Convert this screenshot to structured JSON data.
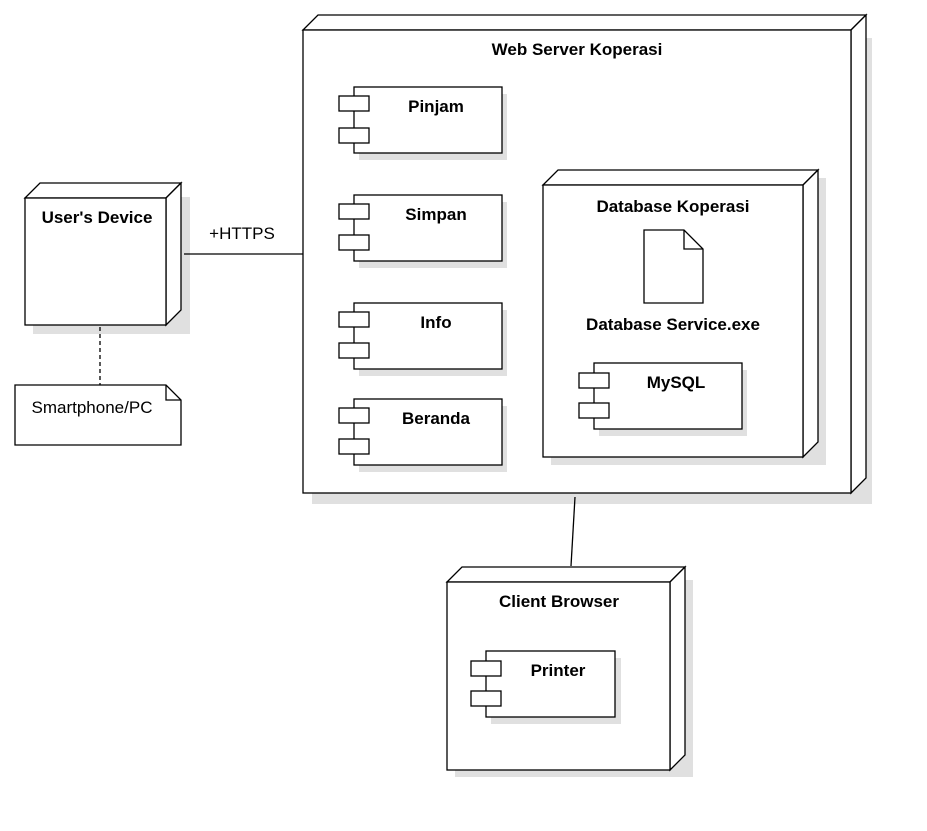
{
  "diagram": {
    "nodes": {
      "users_device": "User's Device",
      "web_server": "Web Server Koperasi",
      "database_node": "Database Koperasi",
      "client_browser": "Client Browser"
    },
    "components": {
      "pinjam": "Pinjam",
      "simpan": "Simpan",
      "info": "Info",
      "beranda": "Beranda",
      "mysql": "MySQL",
      "printer": "Printer"
    },
    "artifact": "Database Service.exe",
    "note": "Smartphone/PC",
    "connection_label": "+HTTPS"
  }
}
